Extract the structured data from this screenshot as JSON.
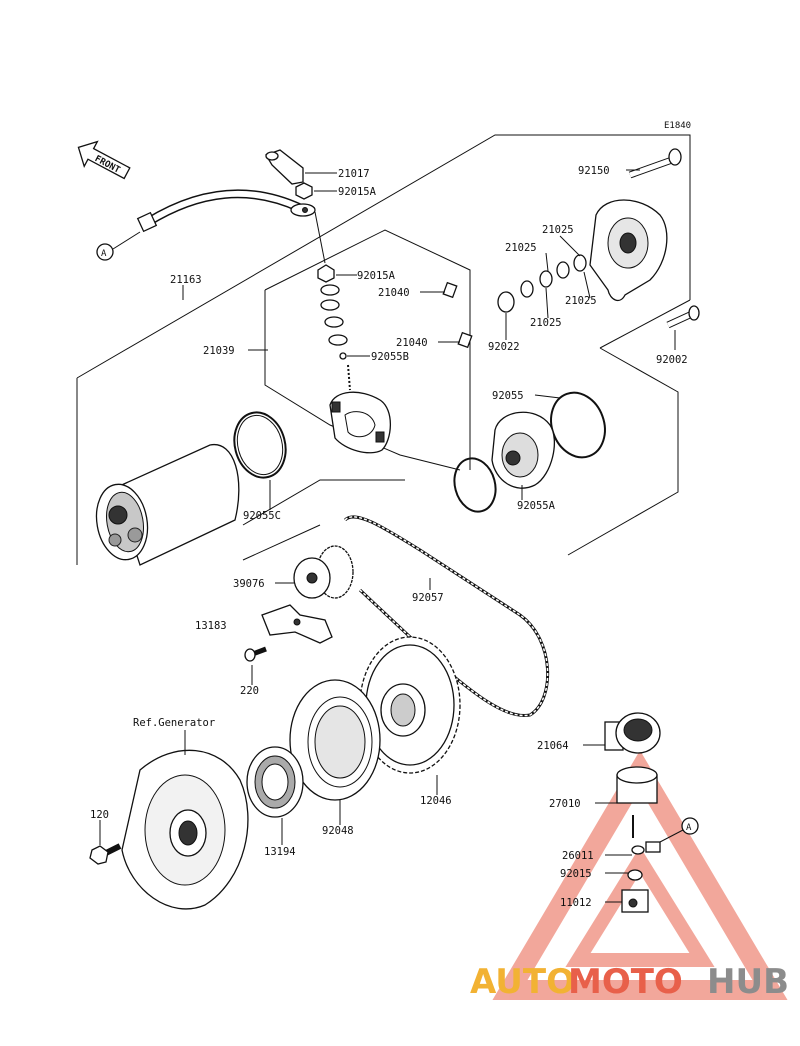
{
  "diagram_code": "E1840",
  "front_label": "FRONT",
  "connector_letter": "A",
  "parts": {
    "p21017": "21017",
    "p92015A_top": "92015A",
    "p92015A_mid": "92015A",
    "p21163": "21163",
    "p21040_a": "21040",
    "p21040_b": "21040",
    "p21039": "21039",
    "p92055B": "92055B",
    "p92150": "92150",
    "p21025_a": "21025",
    "p21025_b": "21025",
    "p21025_c": "21025",
    "p21025_d": "21025",
    "p92022": "92022",
    "p92002": "92002",
    "p92055": "92055",
    "p92055A": "92055A",
    "p92055C": "92055C",
    "p39076": "39076",
    "p92057": "92057",
    "p13183": "13183",
    "p220": "220",
    "ref_generator": "Ref.Generator",
    "p12046": "12046",
    "p92048": "92048",
    "p13194": "13194",
    "p120": "120",
    "p21064": "21064",
    "p27010": "27010",
    "p26011": "26011",
    "p92015": "92015",
    "p11012": "11012"
  },
  "watermark": {
    "part1": "AUTO",
    "part2": "MOTO",
    "part3": "HUB",
    "colors": {
      "auto": "#f2b233",
      "moto": "#e8604a",
      "hub": "#8c8c8c",
      "triangle": "#e8604a"
    }
  }
}
